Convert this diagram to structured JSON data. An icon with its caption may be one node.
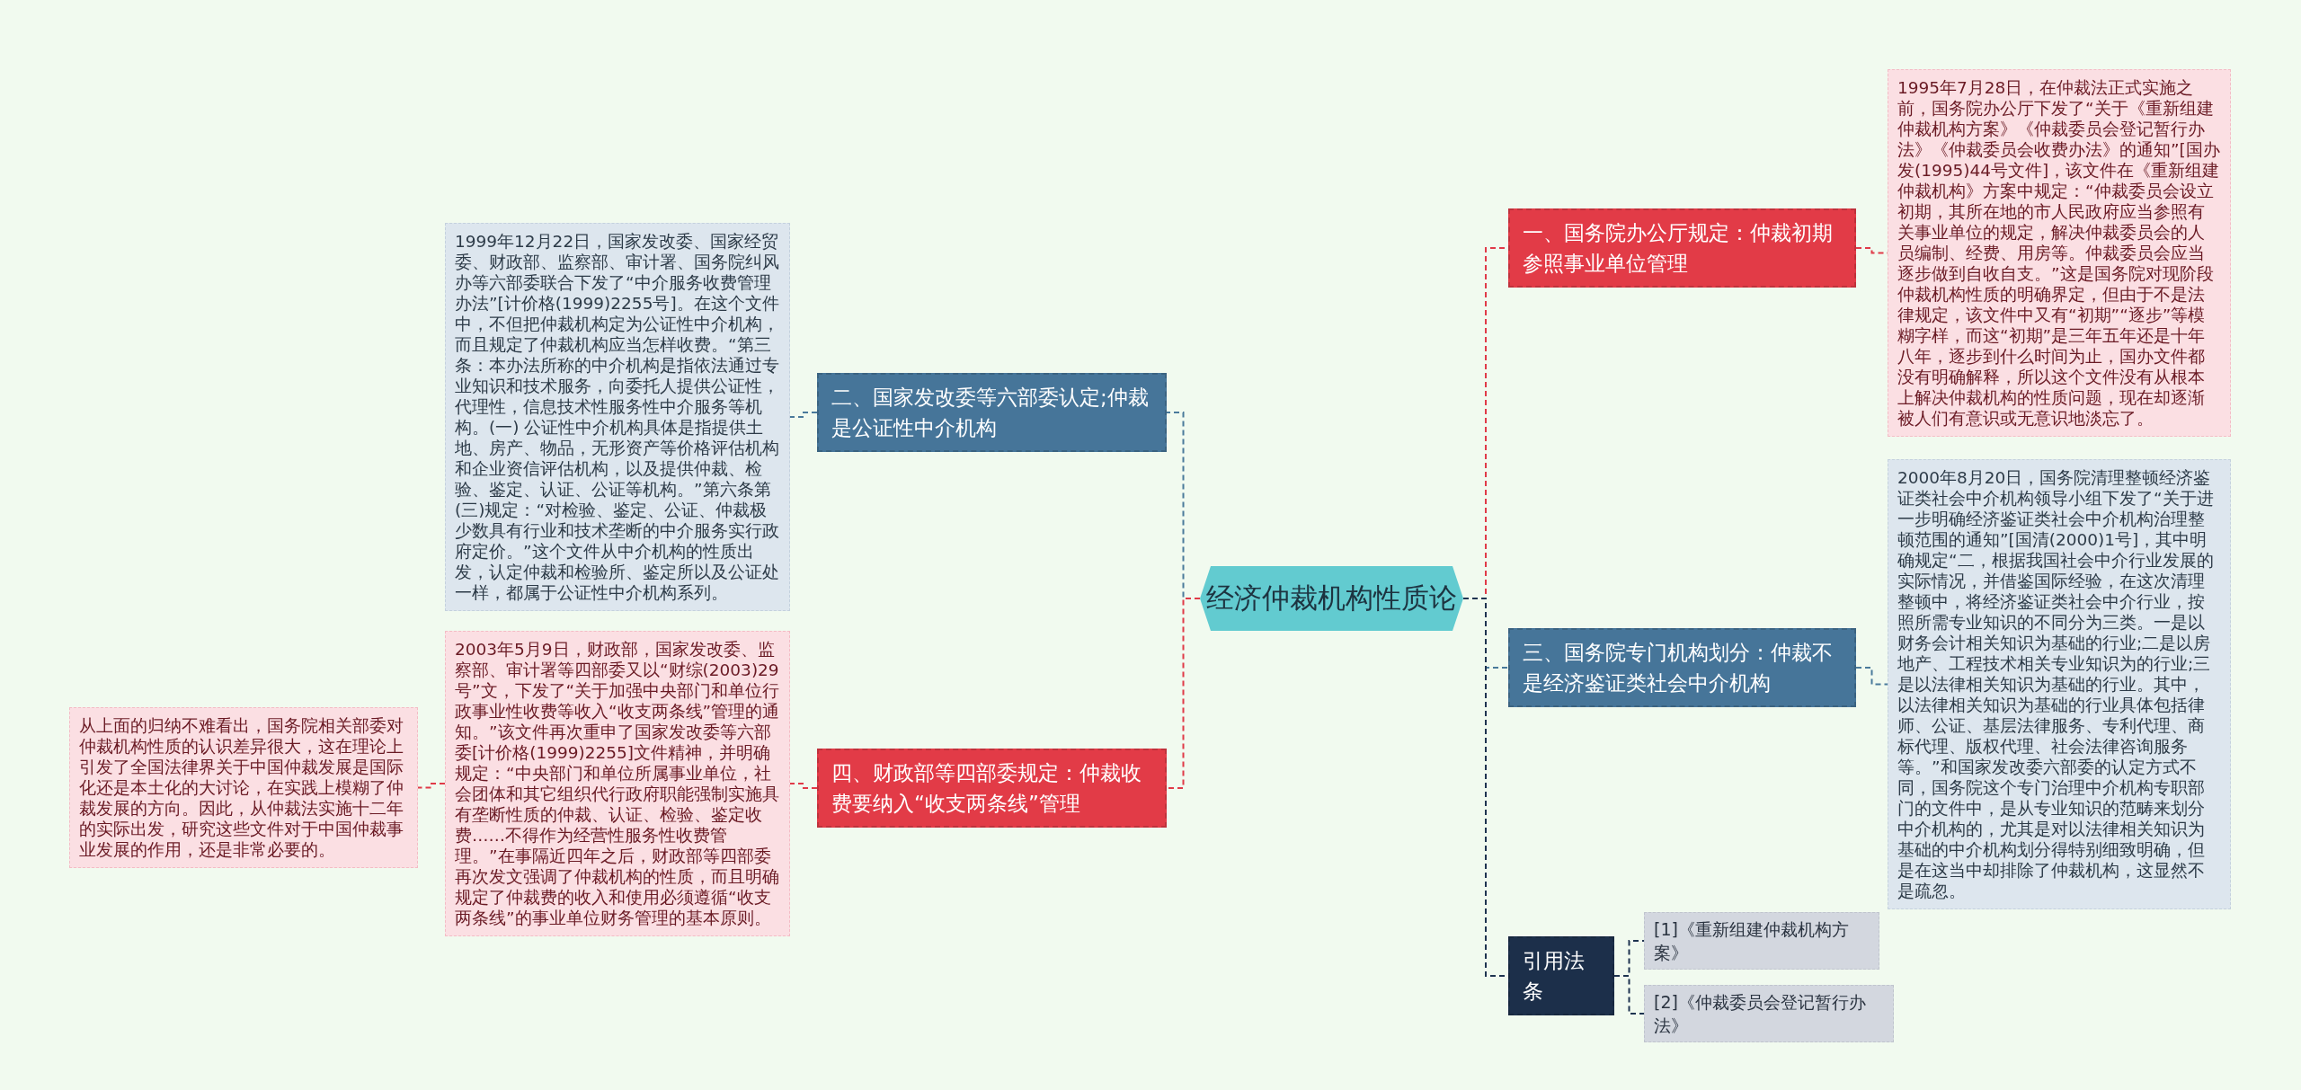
{
  "diagram": {
    "nodes": [
      {
        "text": [
          "经济仲裁机构性质论"
        ]
      },
      {
        "text": [
          "二、国家发改委等六部委认定;仲裁是公证性中介机构"
        ]
      },
      {
        "text": [
          "1999年12月22日，国家发改委、国家经贸委、财政部、监察部、审计署、国务院纠风办等六部委联合下发了“中介服务收费管理办法”[计价格(1999)2255号]。在这个文件中，不但把仲裁机构定为公证性中介机构，而且规定了仲裁机构应当怎样收费。“第三条：本办法所称的中介机构是指依法通过专业知识和技术服务，向委托人提供公证性，代理性，信息技术性服务性中介服务等机构。(一) 公证性中介机构具体是指提供土地、房产、物品，无形资产等价格评估机构和企业资信评估机构，以及提供仲裁、检验、鉴定、认证、公证等机构。”第六条第(三)规定：“对检验、鉴定、公证、仲裁极少数具有行业和技术垄断的中介服务实行政府定价。”这个文件从中介机构的性质出发，认定仲裁和检验所、鉴定所以及公证处一样，都属于公证性中介机构系列。"
        ]
      },
      {
        "text": [
          "四、财政部等四部委规定：仲裁收费要纳入“收支两条线”管理"
        ]
      },
      {
        "text": [
          "2003年5月9日，财政部，国家发改委、监察部、审计署等四部委又以“财综(2003)29号”文，下发了“关于加强中央部门和单位行政事业性收费等收入“收支两条线”管理的通知。”该文件再次重申了国家发改委等六部委[计价格(1999)2255]文件精神，并明确规定：“中央部门和单位所属事业单位，社会团体和其它组织代行政府职能强制实施具有垄断性质的仲裁、认证、检验、鉴定收费……不得作为经营性服务性收费管理。”在事隔近四年之后，财政部等四部委再次发文强调了仲裁机构的性质，而且明确规定了仲裁费的收入和使用必须遵循“收支两条线”的事业单位财务管理的基本原则。"
        ]
      },
      {
        "text": [
          "从上面的归纳不难看出，国务院相关部委对仲裁机构性质的认识差异很大，这在理论上引发了全国法律界关于中国仲裁发展是国际化还是本土化的大讨论，在实践上模糊了仲裁发展的方向。因此，从仲裁法实施十二年的实际出发，研究这些文件对于中国仲裁事业发展的作用，还是非常必要的。"
        ]
      },
      {
        "text": [
          "一、国务院办公厅规定：仲裁初期参照事业单位管理"
        ]
      },
      {
        "text": [
          "1995年7月28日，在仲裁法正式实施之前，国务院办公厅下发了“关于《重新组建仲裁机构方案》《仲裁委员会登记暂行办法》《仲裁委员会收费办法》的通知”[国办发(1995)44号文件]，该文件在《重新组建仲裁机构》方案中规定：“仲裁委员会设立初期，其所在地的市人民政府应当参照有关事业单位的规定，解决仲裁委员会的人员编制、经费、用房等。仲裁委员会应当逐步做到自收自支。”这是国务院对现阶段仲裁机构性质的明确界定，但由于不是法律规定，该文件中又有“初期”“逐步”等模糊字样，而这“初期”是三年五年还是十年八年，逐步到什么时间为止，国办文件都没有明确解释，所以这个文件没有从根本上解决仲裁机构的性质问题，现在却逐渐被人们有意识或无意识地淡忘了。"
        ]
      },
      {
        "text": [
          "三、国务院专门机构划分：仲裁不是经济鉴证类社会中介机构"
        ]
      },
      {
        "text": [
          "2000年8月20日，国务院清理整顿经济鉴证类社会中介机构领导小组下发了“关于进一步明确经济鉴证类社会中介机构治理整顿范围的通知”[国清(2000)1号]，其中明确规定“二，根据我国社会中介行业发展的实际情况，并借鉴国际经验，在这次清理整顿中，将经济鉴证类社会中介行业，按照所需专业知识的不同分为三类。一是以财务会计相关知识为基础的行业;二是以房地产、工程技术相关专业知识为的行业;三是以法律相关知识为基础的行业。其中，以法律相关知识为基础的行业具体包括律师、公证、基层法律服务、专利代理、商标代理、版权代理、社会法律咨询服务等。”和国家发改委六部委的认定方式不同，国务院这个专门治理中介机构专职部门的文件中，是从专业知识的范畴来划分中介机构的，尤其是对以法律相关知识为基础的中介机构划分得特别细致明确，但是在这当中却排除了仲裁机构，这显然不是疏忽。"
        ]
      },
      {
        "text": [
          "引用法条"
        ]
      },
      {
        "text": [
          "[1]《重新组建仲裁机构方案》"
        ]
      },
      {
        "text": [
          "[2]《仲裁委员会登记暂行办法》"
        ]
      }
    ],
    "edges": [
      {
        "from": 0,
        "to": 1,
        "arrow": "none",
        "style": "dashed",
        "color": "#4a7a9b"
      },
      {
        "from": 1,
        "to": 2,
        "arrow": "none",
        "style": "dashed",
        "color": "#4a7a9b"
      },
      {
        "from": 0,
        "to": 3,
        "arrow": "none",
        "style": "dashed",
        "color": "#e03a48"
      },
      {
        "from": 3,
        "to": 4,
        "arrow": "none",
        "style": "dashed",
        "color": "#e03a48"
      },
      {
        "from": 4,
        "to": 5,
        "arrow": "none",
        "style": "dashed",
        "color": "#e03a48"
      },
      {
        "from": 0,
        "to": 6,
        "arrow": "none",
        "style": "dashed",
        "color": "#e03a48"
      },
      {
        "from": 6,
        "to": 7,
        "arrow": "none",
        "style": "dashed",
        "color": "#e03a48"
      },
      {
        "from": 0,
        "to": 8,
        "arrow": "none",
        "style": "dashed",
        "color": "#4a7a9b"
      },
      {
        "from": 8,
        "to": 9,
        "arrow": "none",
        "style": "dashed",
        "color": "#4a7a9b"
      },
      {
        "from": 0,
        "to": 10,
        "arrow": "none",
        "style": "dashed",
        "color": "#1e3350"
      },
      {
        "from": 10,
        "to": 11,
        "arrow": "none",
        "style": "dashed",
        "color": "#1e3350"
      },
      {
        "from": 10,
        "to": 12,
        "arrow": "none",
        "style": "dashed",
        "color": "#1e3350"
      }
    ]
  }
}
